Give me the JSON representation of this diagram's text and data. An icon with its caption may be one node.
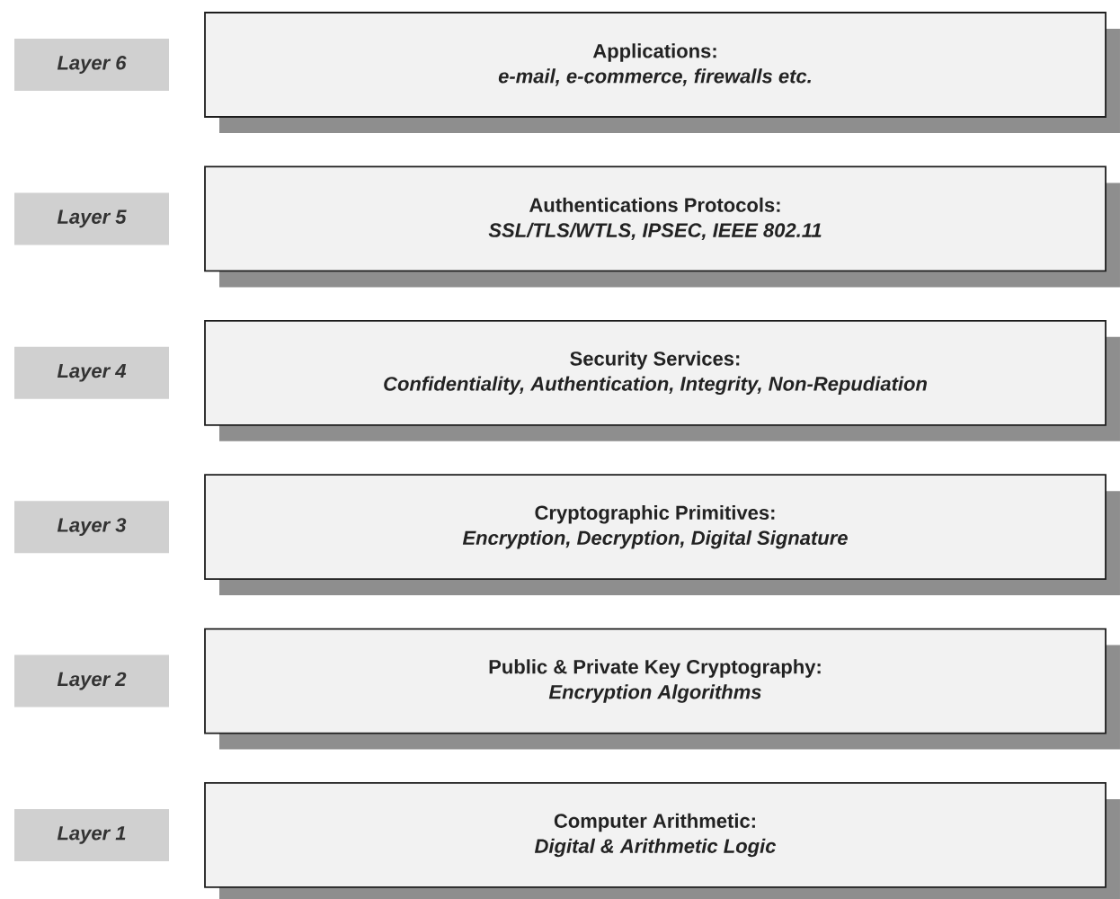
{
  "diagram": {
    "nodes": [
      {
        "text": [
          "Layer 6"
        ]
      },
      {
        "text": [
          "Applications:",
          "e-mail, e-commerce, firewalls etc."
        ]
      },
      {
        "text": [
          "Layer 5"
        ]
      },
      {
        "text": [
          "Authentications Protocols:",
          "SSL/TLS/WTLS, IPSEC, IEEE 802.11"
        ]
      },
      {
        "text": [
          "Layer 4"
        ]
      },
      {
        "text": [
          "Security Services:",
          "Confidentiality, Authentication, Integrity, Non-Repudiation"
        ]
      },
      {
        "text": [
          "Layer 3"
        ]
      },
      {
        "text": [
          "Cryptographic Primitives:",
          "Encryption, Decryption, Digital Signature"
        ]
      },
      {
        "text": [
          "Layer 2"
        ]
      },
      {
        "text": [
          "Public & Private Key Cryptography:",
          "Encryption Algorithms"
        ]
      },
      {
        "text": [
          "Layer 1"
        ]
      },
      {
        "text": [
          "Computer Arithmetic:",
          "Digital & Arithmetic Logic"
        ]
      }
    ]
  }
}
